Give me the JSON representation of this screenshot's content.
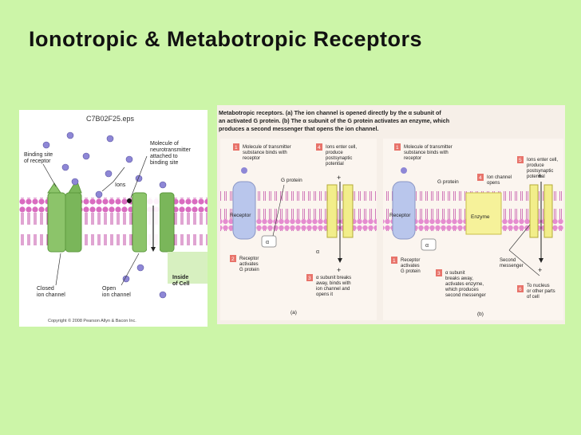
{
  "slide": {
    "title": "Ionotropic & Metabotropic Receptors"
  },
  "ionotropic_figure": {
    "file_label": "C7B02F25.eps",
    "labels": {
      "binding_site": [
        "Binding site",
        "of receptor"
      ],
      "molecule": [
        "Molecule of",
        "neurotransmitter",
        "attached to",
        "binding site"
      ],
      "ions": "Ions",
      "closed_channel": [
        "Closed",
        "ion channel"
      ],
      "open_channel": [
        "Open",
        "ion channel"
      ],
      "inside_cell": [
        "Inside",
        "of Cell"
      ]
    },
    "copyright": "Copyright © 2008 Pearson Allyn & Bacon Inc."
  },
  "metabotropic_figure": {
    "caption": [
      "Metabotropic receptors. (a) The ion channel is opened directly by the α subunit of",
      "an activated G protein. (b) The α subunit of the G protein activates an enzyme, which",
      "produces a second messenger that opens the ion channel."
    ],
    "panel_a": {
      "step1_num": "1",
      "step1": [
        "Molecule of transmitter",
        "substance binds with",
        "receptor"
      ],
      "step2_num": "2",
      "step2": [
        "Receptor",
        "activates",
        "G protein"
      ],
      "step3_num": "3",
      "step3": [
        "α subunit breaks",
        "away, binds with",
        "ion channel and",
        "opens it"
      ],
      "step4_num": "4",
      "step4": [
        "Ions enter cell,",
        "produce",
        "postsynaptic",
        "potential"
      ],
      "g_protein": "G protein",
      "receptor": "Receptor",
      "alpha": "α",
      "plus": "+",
      "panel_label": "(a)"
    },
    "panel_b": {
      "step1_num": "1",
      "step1": [
        "Molecule of transmitter",
        "substance binds with",
        "receptor"
      ],
      "step1b_num": "1",
      "step1b": [
        "Receptor",
        "activates",
        "G protein"
      ],
      "step3_num": "3",
      "step3": [
        "α subunit",
        "breaks away,",
        "activates enzyme,",
        "which produces",
        "second messenger"
      ],
      "step4_num": "4",
      "step4": [
        "Ion channel",
        "opens"
      ],
      "step5_num": "5",
      "step5": [
        "Ions enter cell,",
        "produce",
        "postsynaptic",
        "potential"
      ],
      "step6_num": "6",
      "step6": [
        "To nucleus",
        "or other parts",
        "of cell"
      ],
      "g_protein": "G protein",
      "receptor": "Receptor",
      "enzyme": "Enzyme",
      "second_messenger": [
        "Second",
        "messenger"
      ],
      "alpha": "α",
      "plus": "+",
      "panel_label": "(b)"
    }
  }
}
